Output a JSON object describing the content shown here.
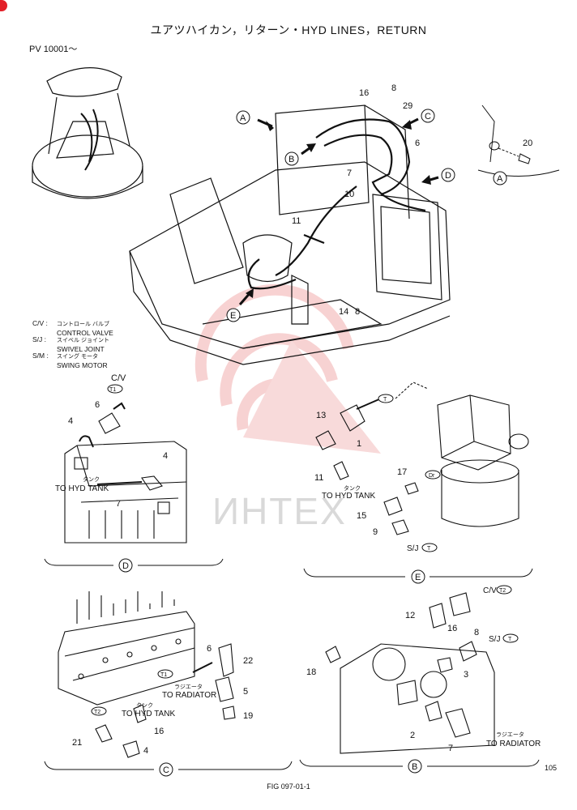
{
  "header": {
    "title": "ユアツハイカン，リターン・HYD LINES，RETURN",
    "serial": "PV 10001～"
  },
  "legend": [
    {
      "abbr": "C/V :",
      "jp": "コントロール バルブ",
      "en": "CONTROL VALVE"
    },
    {
      "abbr": "S/J :",
      "jp": "スイベル ジョイント",
      "en": "SWIVEL JOINT"
    },
    {
      "abbr": "S/M :",
      "jp": "スイング モータ",
      "en": "SWING MOTOR"
    }
  ],
  "views": {
    "A": "A",
    "B": "B",
    "C": "C",
    "D": "D",
    "E": "E"
  },
  "part_numbers": {
    "p1": "1",
    "p2": "2",
    "p3": "3",
    "p4": "4",
    "p5": "5",
    "p6": "6",
    "p7": "7",
    "p8": "8",
    "p9": "9",
    "p10": "10",
    "p11": "11",
    "p12": "12",
    "p13": "13",
    "p14": "14",
    "p15": "15",
    "p16": "16",
    "p17": "17",
    "p18": "18",
    "p19": "19",
    "p20": "20",
    "p21": "21",
    "p22": "22",
    "p29": "29"
  },
  "connection_labels": {
    "cv": "C/V",
    "sj": "S/J",
    "tank_jp": "タンク",
    "to_hyd_tank": "TO HYD TANK",
    "radiator_jp": "ラジエータ",
    "to_radiator": "TO RADIATOR"
  },
  "tags": {
    "t": "T",
    "t1": "T1",
    "t2": "T2",
    "dr": "Dr"
  },
  "watermark": "ИНТЕХ",
  "footer": {
    "fig": "FIG  097-01-1",
    "page": "105"
  }
}
